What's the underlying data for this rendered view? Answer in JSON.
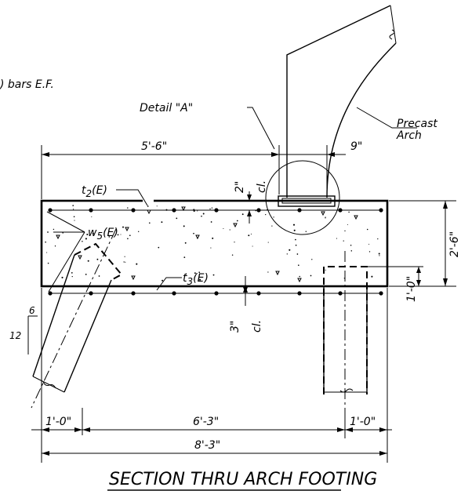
{
  "title": "SECTION THRU ARCH FOOTING",
  "notes": {
    "bars_ef": ") bars E.F.",
    "detail_a": "Detail \"A\"",
    "precast_line1": "Precast",
    "precast_line2": "Arch"
  },
  "bar_marks": {
    "t2": "t",
    "t2_sub": "2",
    "t2_suffix": "(E)",
    "w5": "w",
    "w5_sub": "5",
    "w5_suffix": "(E)",
    "t3": "t",
    "t3_sub": "3",
    "t3_suffix": "(E)"
  },
  "dimensions": {
    "top_left": "5'-6\"",
    "top_right": "9\"",
    "clear_top": "2\"",
    "clear_top_cl": "cl.",
    "height_total": "2'-6\"",
    "height_lower": "1'-0\"",
    "clear_bottom": "3\"",
    "clear_bottom_cl": "cl.",
    "bottom_left": "1'-0\"",
    "bottom_mid": "6'-3\"",
    "bottom_right": "1'-0\"",
    "overall": "8'-3\""
  },
  "slope": {
    "rise": "12",
    "run": "6"
  }
}
